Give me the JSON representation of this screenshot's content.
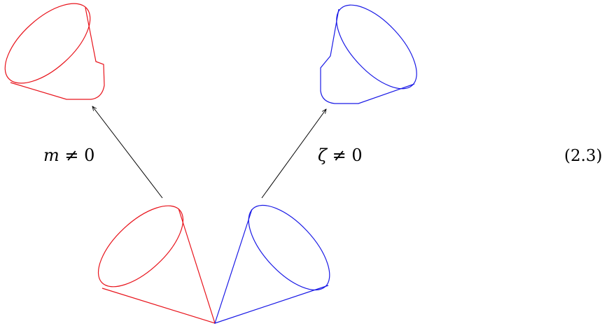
{
  "labels": {
    "left_arrow": {
      "variable": "m",
      "relation": " ≠ 0"
    },
    "right_arrow": {
      "variable": "ζ",
      "relation": " ≠ 0"
    },
    "equation_number": "(2.3)"
  },
  "colors": {
    "left_cones": "#e8141c",
    "right_cones": "#1a1ae6",
    "arrows": "#000000"
  }
}
